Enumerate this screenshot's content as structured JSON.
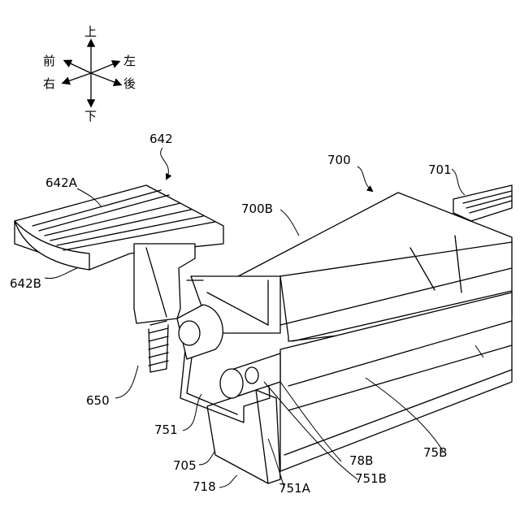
{
  "directions": {
    "up": "上",
    "down": "下",
    "front": "前",
    "left": "左",
    "right": "右",
    "rear": "後"
  },
  "labels": {
    "l642": "642",
    "l642A": "642A",
    "l642B": "642B",
    "l650": "650",
    "l700": "700",
    "l700B": "700B",
    "l701": "701",
    "l705": "705",
    "l718": "718",
    "l751": "751",
    "l751A": "751A",
    "l751B": "751B",
    "l78B": "78B",
    "l75B": "75B"
  }
}
